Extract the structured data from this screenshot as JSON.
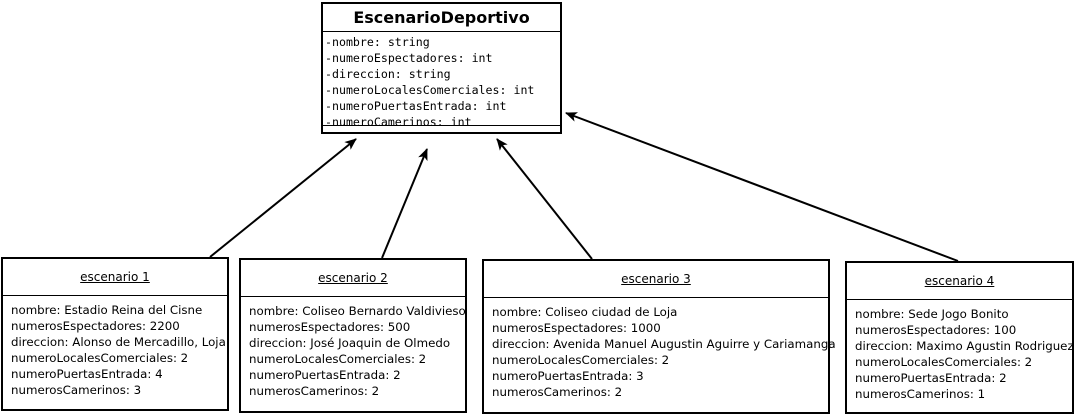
{
  "class": {
    "name": "EscenarioDeportivo",
    "attributes": [
      "-nombre: string",
      "-numeroEspectadores: int",
      "-direccion: string",
      "-numeroLocalesComerciales: int",
      "-numeroPuertasEntrada: int",
      "-numeroCamerinos: int"
    ]
  },
  "objects": [
    {
      "title": "escenario 1",
      "lines": [
        "nombre: Estadio Reina del Cisne",
        "numerosEspectadores: 2200",
        "direccion: Alonso de Mercadillo, Loja",
        "numeroLocalesComerciales: 2",
        "numeroPuertasEntrada: 4",
        "numerosCamerinos: 3"
      ]
    },
    {
      "title": "escenario 2",
      "lines": [
        "nombre: Coliseo Bernardo Valdivieso",
        "numerosEspectadores: 500",
        "direccion: José Joaquin de Olmedo",
        "numeroLocalesComerciales: 2",
        "numeroPuertasEntrada: 2",
        "numerosCamerinos: 2"
      ]
    },
    {
      "title": "escenario 3",
      "lines": [
        "nombre: Coliseo ciudad de Loja",
        "numerosEspectadores: 1000",
        "direccion: Avenida Manuel Augustin Aguirre y Cariamanga",
        "numeroLocalesComerciales: 2",
        "numeroPuertasEntrada: 3",
        "numerosCamerinos: 2"
      ]
    },
    {
      "title": "escenario 4",
      "lines": [
        "nombre: Sede Jogo Bonito",
        "numerosEspectadores: 100",
        "direccion: Maximo Agustin Rodriguez",
        "numeroLocalesComerciales: 2",
        "numeroPuertasEntrada: 2",
        "numerosCamerinos: 1"
      ]
    }
  ],
  "colors": {
    "stroke": "#000000",
    "background": "#ffffff"
  }
}
